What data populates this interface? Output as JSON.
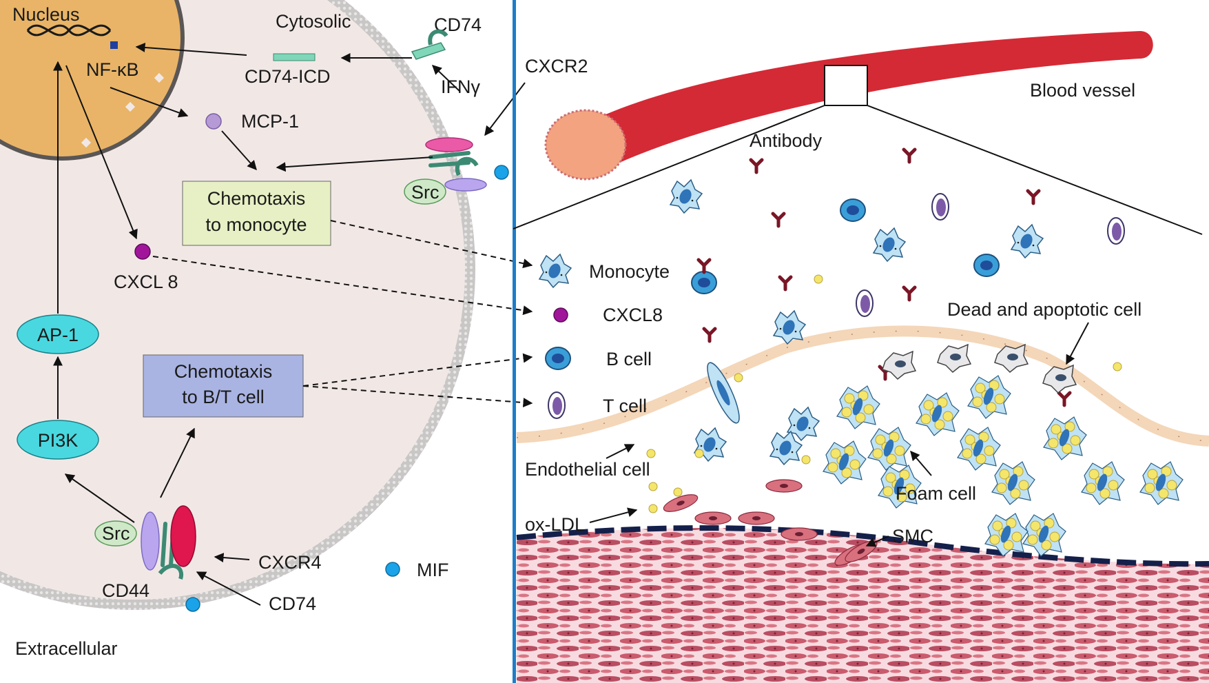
{
  "left_panel": {
    "nucleus": "Nucleus",
    "cytosolic": "Cytosolic",
    "cd74_top": "CD74",
    "cd74_icd": "CD74-ICD",
    "nfkb": "NF-κB",
    "ifny": "IFNγ",
    "cxcr2": "CXCR2",
    "mcp1": "MCP-1",
    "src_top": "Src",
    "chemotaxis_monocyte_line1": "Chemotaxis",
    "chemotaxis_monocyte_line2": "to monocyte",
    "cxcl8": "CXCL 8",
    "ap1": "AP-1",
    "chemotaxis_bt_line1": "Chemotaxis",
    "chemotaxis_bt_line2": "to B/T cell",
    "pi3k": "PI3K",
    "src_bottom": "Src",
    "cxcr4": "CXCR4",
    "cd44": "CD44",
    "cd74_bottom": "CD74",
    "mif": "MIF",
    "extracellular": "Extracellular"
  },
  "right_panel": {
    "blood_vessel": "Blood vessel",
    "antibody": "Antibody",
    "legend": {
      "monocyte": "Monocyte",
      "cxcl8": "CXCL8",
      "b_cell": "B cell",
      "t_cell": "T cell"
    },
    "dead_apoptotic": "Dead and apoptotic cell",
    "endothelial": "Endothelial cell",
    "foam_cell": "Foam cell",
    "ox_ldl": "ox-LDL",
    "smc": "SMC"
  },
  "colors": {
    "cytoplasm": "#f1e8e6",
    "nucleus": "#e9b467",
    "vessel_red": "#d42a35",
    "vessel_end": "#f3a37f",
    "receptor_green": "#7fd6b8",
    "receptor_pink": "#ea5aa6",
    "receptor_purple": "#b9a6ee",
    "src_green": "#cfe9c8",
    "cyan_node": "#49d8e0",
    "mif_blue": "#1aa3e8",
    "cxcl8_purple": "#a0159a",
    "box_monocyte": "#e6f0c4",
    "box_bt": "#a9b4e3",
    "smc_pink": "#d9707e",
    "foam_yellow": "#f4e66b",
    "divider_blue": "#1e7dc8"
  }
}
